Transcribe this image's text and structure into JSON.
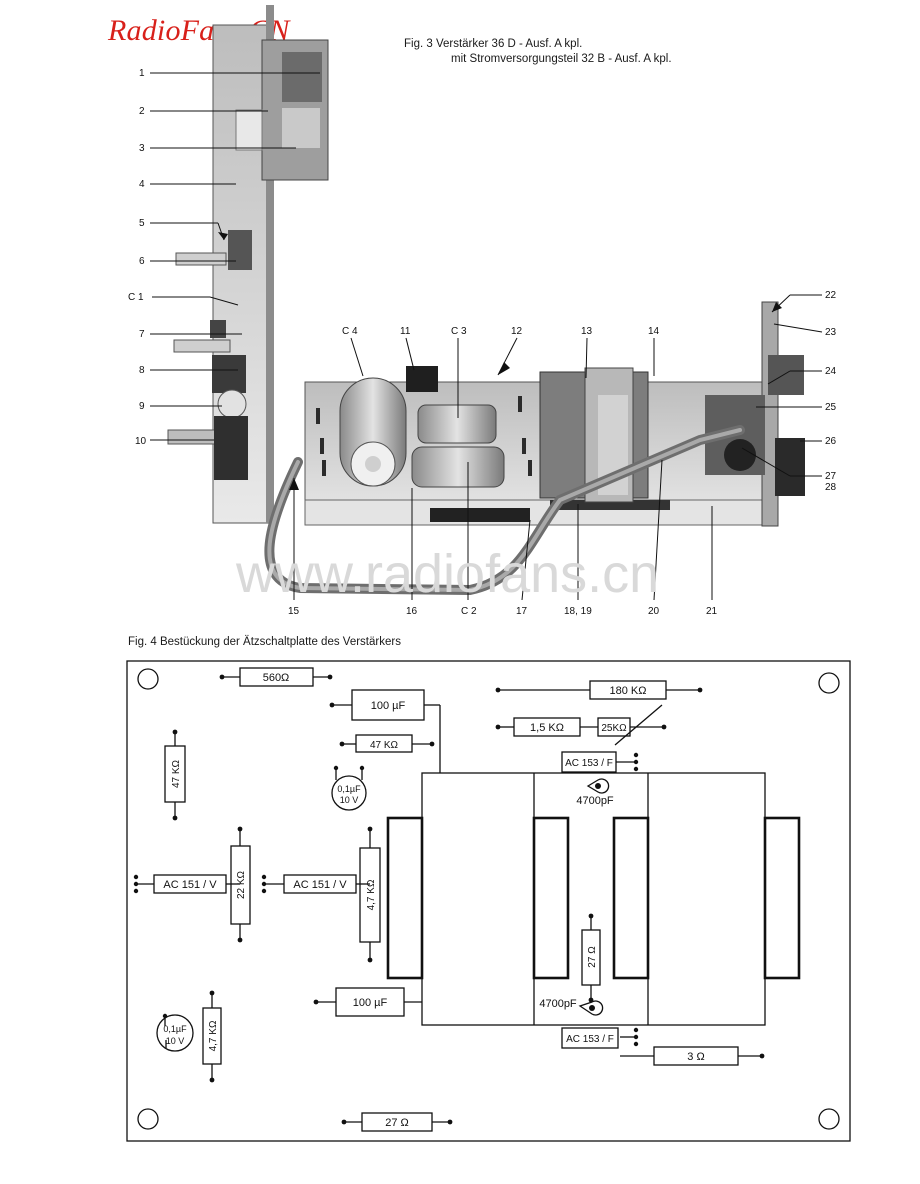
{
  "brand": "RadioFans.CN",
  "watermark": "www.radiofans.cn",
  "fig3": {
    "line1": "Fig. 3   Verstärker 36 D - Ausf. A kpl.",
    "line2": "mit Stromversorgungsteil 32 B - Ausf. A kpl."
  },
  "fig4": {
    "caption": "Fig. 4   Bestückung der Ätzschaltplatte des Verstärkers"
  },
  "callouts": {
    "c1": "1",
    "c2": "2",
    "c3": "3",
    "c4": "4",
    "c5": "5",
    "c6": "6",
    "cC1": "C 1",
    "c7": "7",
    "c8": "8",
    "c9": "9",
    "c10": "10",
    "cC4": "C 4",
    "c11": "11",
    "cC3": "C 3",
    "c12": "12",
    "c13": "13",
    "c14": "14",
    "c22": "22",
    "c23": "23",
    "c24": "24",
    "c25": "25",
    "c26": "26",
    "c27": "27",
    "c28": "28",
    "c15": "15",
    "c16": "16",
    "cC2": "C 2",
    "c17": "17",
    "c1819": "18, 19",
    "c20": "20",
    "c21": "21"
  },
  "components": {
    "r560": "560Ω",
    "c100a": "100 µF",
    "r180k": "180 KΩ",
    "r15k": "1,5 KΩ",
    "p25k": "25KΩ",
    "r47k_h": "47 KΩ",
    "r47k_v1": "47 KΩ",
    "c01a": "0,1µF",
    "v10a": "10 V",
    "ac153a": "AC 153 / F",
    "c4700a": "4700pF",
    "ac151a": "AC 151 / V",
    "r22k": "22 KΩ",
    "ac151b": "AC 151 / V",
    "r47k_v2": "4,7 KΩ",
    "r27_v": "27 Ω",
    "c4700b": "4700pF",
    "c100b": "100 µF",
    "c01b": "0,1µF",
    "v10b": "10 V",
    "r47k_v3": "4,7 KΩ",
    "ac153b": "AC 153 / F",
    "r3": "3 Ω",
    "r27_h": "27 Ω"
  }
}
